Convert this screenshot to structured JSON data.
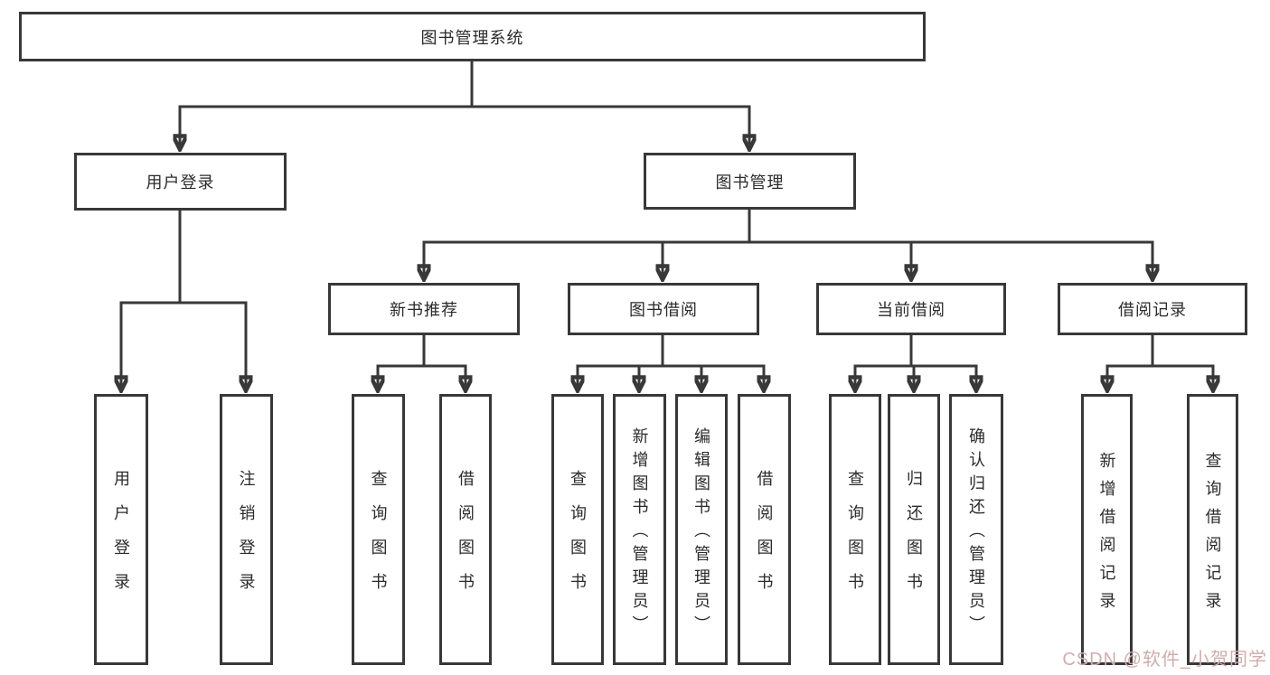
{
  "diagram_title": "图书管理系统",
  "tree": {
    "label": "图书管理系统",
    "children": [
      {
        "label": "用户登录",
        "children": [
          {
            "label": "用户登录"
          },
          {
            "label": "注销登录"
          }
        ]
      },
      {
        "label": "图书管理",
        "children": [
          {
            "label": "新书推荐",
            "children": [
              {
                "label": "查询图书"
              },
              {
                "label": "借阅图书"
              }
            ]
          },
          {
            "label": "图书借阅",
            "children": [
              {
                "label": "查询图书"
              },
              {
                "label": "新增图书（管理员）"
              },
              {
                "label": "编辑图书（管理员）"
              },
              {
                "label": "借阅图书"
              }
            ]
          },
          {
            "label": "当前借阅",
            "children": [
              {
                "label": "查询图书"
              },
              {
                "label": "归还图书"
              },
              {
                "label": "确认归还（管理员）"
              }
            ]
          },
          {
            "label": "借阅记录",
            "children": [
              {
                "label": "新增借阅记录"
              },
              {
                "label": "查询借阅记录"
              }
            ]
          }
        ]
      }
    ]
  },
  "watermark": {
    "text": "CSDN @软件_小贺同学"
  },
  "colors": {
    "line": "#383838",
    "text": "#2b2b2b",
    "background": "#ffffff",
    "watermark": "#cfadad"
  }
}
